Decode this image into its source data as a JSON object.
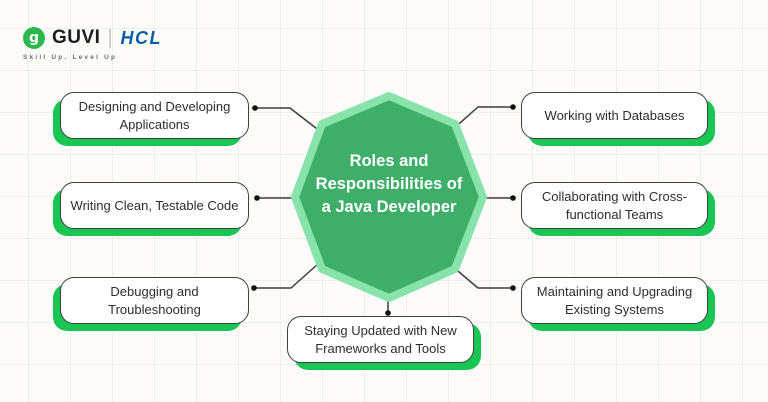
{
  "header": {
    "logo_glyph": "g",
    "brand": "GUVI",
    "partner": "HCL",
    "tagline": "Skill Up. Level Up",
    "logo_color": "#2cb84d",
    "partner_color": "#0b5cab"
  },
  "diagram": {
    "center": {
      "title": "Roles and Responsibilities of a Java Developer",
      "fill_color": "#3fae69",
      "border_color": "#88e3aa"
    },
    "accent_green": "#19c553",
    "line_color": "#3c3c3c",
    "nodes": [
      {
        "id": "designing",
        "label": "Designing and Developing Applications",
        "side": "left"
      },
      {
        "id": "writing",
        "label": "Writing Clean, Testable Code",
        "side": "left"
      },
      {
        "id": "debugging",
        "label": "Debugging and Troubleshooting",
        "side": "left"
      },
      {
        "id": "databases",
        "label": "Working with Databases",
        "side": "right"
      },
      {
        "id": "collaborating",
        "label": "Collaborating with Cross-functional Teams",
        "side": "right"
      },
      {
        "id": "maintaining",
        "label": "Maintaining and Upgrading Existing Systems",
        "side": "right"
      },
      {
        "id": "staying",
        "label": "Staying Updated with New Frameworks and Tools",
        "side": "bottom"
      }
    ]
  }
}
